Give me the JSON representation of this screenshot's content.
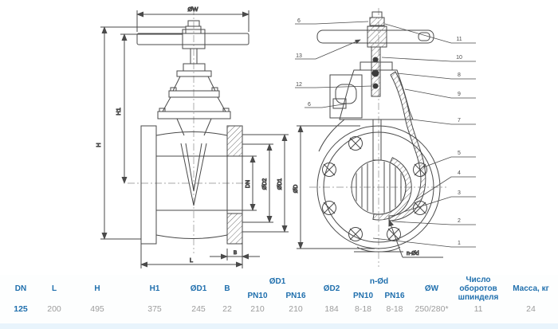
{
  "colors": {
    "accent_blue": "#1f6fad",
    "value_gray": "#9c9c9c",
    "line_dark": "#4a4a4a",
    "row_strip": "#e8f4fc"
  },
  "drawing": {
    "dims": {
      "ow": "ØW",
      "h": "H",
      "h1": "H1",
      "dn": "DN",
      "od2": "ØD2",
      "od1": "ØD1",
      "od": "ØD",
      "l": "L",
      "b": "B",
      "n_od": "n-Ød"
    },
    "callouts_left": [
      "6",
      "13",
      "12",
      "6"
    ],
    "callouts_right": [
      "11",
      "10",
      "8",
      "9",
      "7",
      "5",
      "4",
      "3",
      "2",
      "1"
    ]
  },
  "table": {
    "headers": {
      "dn": "DN",
      "l": "L",
      "h": "H",
      "h1": "H1",
      "od1_single": "ØD1",
      "b": "B",
      "od1_group": "ØD1",
      "od1_pn10": "PN10",
      "od1_pn16": "PN16",
      "od2": "ØD2",
      "n_od_group": "n-Ød",
      "n_od_pn10": "PN10",
      "n_od_pn16": "PN16",
      "ow": "ØW",
      "turns": "Число оборотов шпинделя",
      "mass": "Масса, кг"
    },
    "row": {
      "dn": "125",
      "l": "200",
      "h": "495",
      "h1": "375",
      "od1_single": "245",
      "b": "22",
      "od1_pn10": "210",
      "od1_pn16": "210",
      "od2": "184",
      "n_od_pn10": "8-18",
      "n_od_pn16": "8-18",
      "ow": "250/280*",
      "turns": "11",
      "mass": "24"
    }
  }
}
